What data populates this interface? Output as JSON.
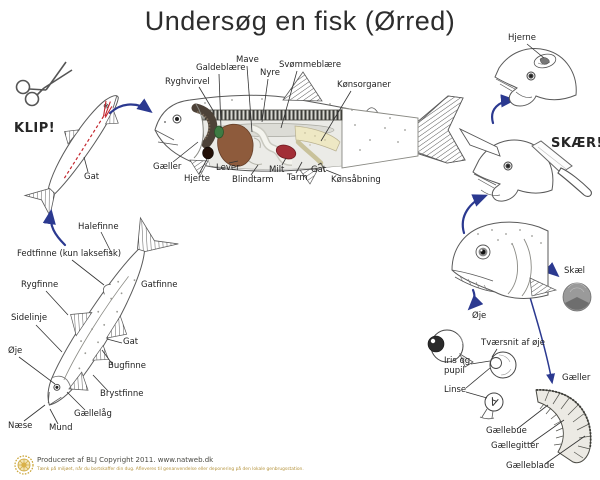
{
  "title": "Undersøg en fisk (Ørred)",
  "steps": {
    "klip": "KLIP!",
    "skaer": "SKÆR!"
  },
  "klip_fish": {
    "gat": "Gat"
  },
  "dissection": {
    "ryghvirvel": "Ryghvirvel",
    "galdeblaere": "Galdeblære",
    "mave": "Mave",
    "nyre": "Nyre",
    "svoemmeblaere": "Svømmeblære",
    "koensorganer": "Kønsorganer",
    "gaeller": "Gæller",
    "hjerte": "Hjerte",
    "lever": "Lever",
    "blindtarm": "Blindtarm",
    "milt": "Milt",
    "tarm": "Tarm",
    "gat": "Gat",
    "koensaabning": "Kønsåbning"
  },
  "brain": {
    "hjerne": "Hjerne"
  },
  "exterior": {
    "halefinne": "Halefinne",
    "fedtfinne": "Fedtfinne (kun laksefisk)",
    "rygfinne": "Rygfinne",
    "sidelinje": "Sidelinje",
    "gatfinne": "Gatfinne",
    "oeje": "Øje",
    "gat": "Gat",
    "bugfinne": "Bugfinne",
    "brystfinne": "Brystfinne",
    "gaellelaag": "Gællelåg",
    "naese": "Næse",
    "mund": "Mund"
  },
  "head_detail": {
    "skael": "Skæl",
    "oeje": "Øje",
    "tvaersnit_af_oeje": "Tværsnit af øje",
    "iris_og_pupil": "Iris og pupil",
    "linse": "Linse",
    "gaeller": "Gæller",
    "gaellebue": "Gællebue",
    "gaellegitter": "Gællegitter",
    "gaelleblade": "Gælleblade"
  },
  "footer": {
    "line1": "Produceret af BLJ Copyright 2011. www.natweb.dk",
    "line2": "Tænk på miljøet, når du bortskaffer din dug. Afleveres til genanvendelse eller deponering på den lokale genbrugsstation."
  },
  "icons": {
    "scissors": "scissors-icon",
    "knife": "knife-icon",
    "seal": "award-seal-icon"
  },
  "colors": {
    "arrow_blue": "#2b3990",
    "cut_red": "#c4262e",
    "liver_brown": "#8e5b3c",
    "gallbladder_green": "#3e7b43",
    "spleen_red": "#a22e36",
    "heart_dark": "#221008",
    "gonad_cream": "#eee8c4",
    "seal_gold": "#c9a232"
  }
}
